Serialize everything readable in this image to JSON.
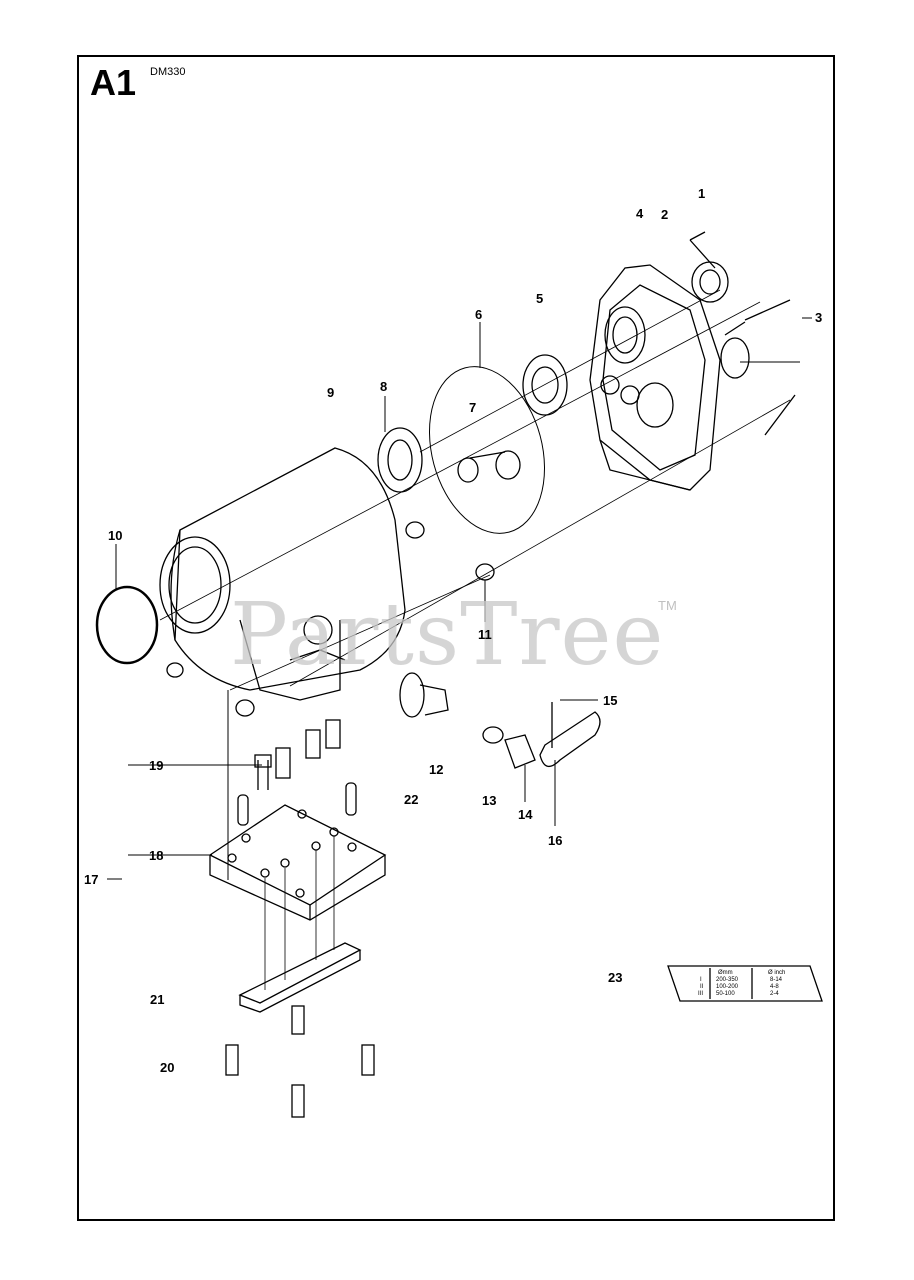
{
  "header": {
    "figure_id": "A1",
    "model": "DM330"
  },
  "watermark": {
    "text": "PartsTree",
    "trademark": "TM"
  },
  "callouts": [
    "1",
    "2",
    "3",
    "4",
    "5",
    "6",
    "7",
    "8",
    "9",
    "10",
    "11",
    "12",
    "13",
    "14",
    "15",
    "16",
    "17",
    "18",
    "19",
    "20",
    "21",
    "22",
    "23"
  ],
  "label_23": {
    "head_mm": "Ømm",
    "head_inch": "Ø inch",
    "rows": [
      {
        "gear": "I",
        "mm": "200-350",
        "inch": "8-14"
      },
      {
        "gear": "II",
        "mm": "100-200",
        "inch": "4-8"
      },
      {
        "gear": "III",
        "mm": "50-100",
        "inch": "2-4"
      }
    ]
  },
  "colors": {
    "line": "#000000",
    "watermark": "#c8c8c8",
    "background": "#ffffff"
  }
}
